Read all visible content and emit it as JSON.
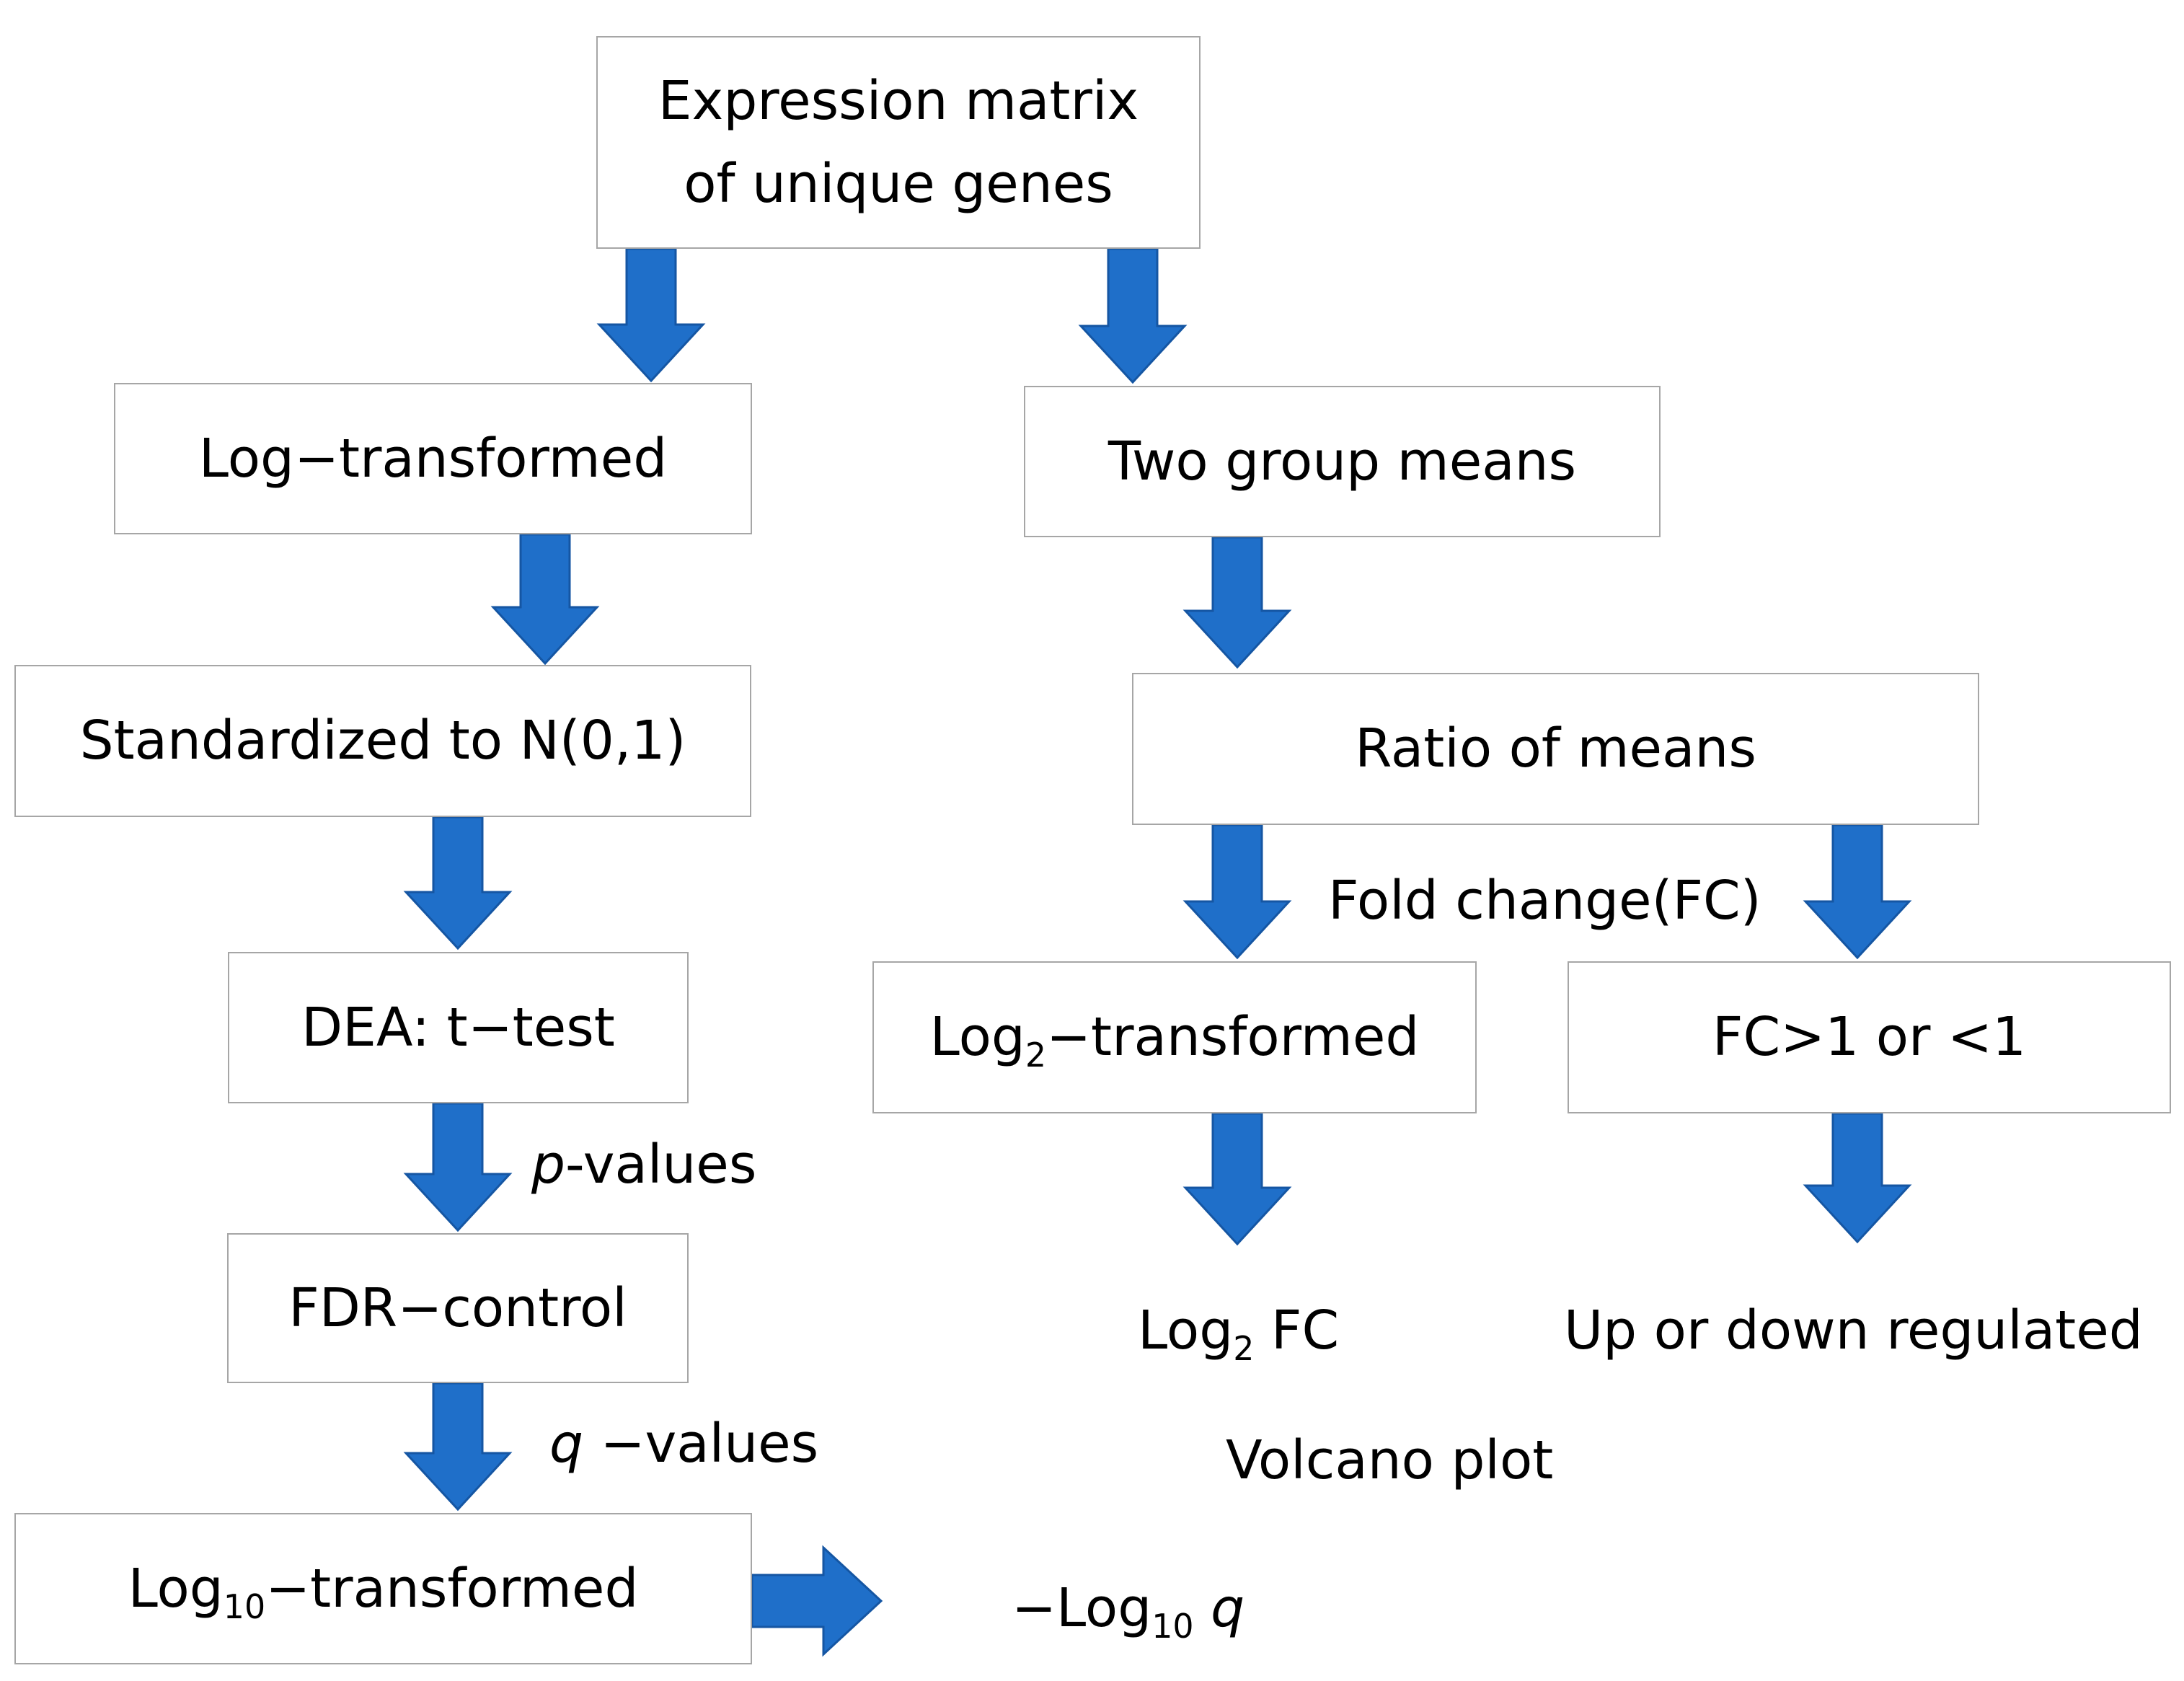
{
  "boxes": {
    "expression_matrix": "Expression matrix of unique genes",
    "log_transformed": "Log−transformed",
    "two_group_means": "Two group means",
    "standardized": "Standardized to N(0,1)",
    "ratio_of_means": "Ratio of means",
    "dea": "DEA: t−test",
    "log2_transformed": {
      "prefix": "Log",
      "sub": "2",
      "suffix": "−transformed"
    },
    "fc_compare": "FC>1 or <1",
    "fdr_control": "FDR−control",
    "log10_transformed": {
      "prefix": "Log",
      "sub": "10",
      "suffix": "−transformed"
    }
  },
  "labels": {
    "p_values": {
      "var": "p",
      "suffix": "-values"
    },
    "fold_change": "Fold change(FC)",
    "q_values": {
      "var": "q",
      "suffix": " −values"
    },
    "log2_fc": {
      "prefix": "Log",
      "sub": "2",
      "suffix": " FC"
    },
    "up_down": "Up or down regulated",
    "volcano_plot": "Volcano plot",
    "neg_log10_q": {
      "prefix": "−Log",
      "sub": "10",
      "suffix": " ",
      "var": "q"
    }
  },
  "colors": {
    "arrow": "#1f6fc9",
    "arrow_stroke": "#1556a3",
    "box_border": "#a6a6a6"
  }
}
